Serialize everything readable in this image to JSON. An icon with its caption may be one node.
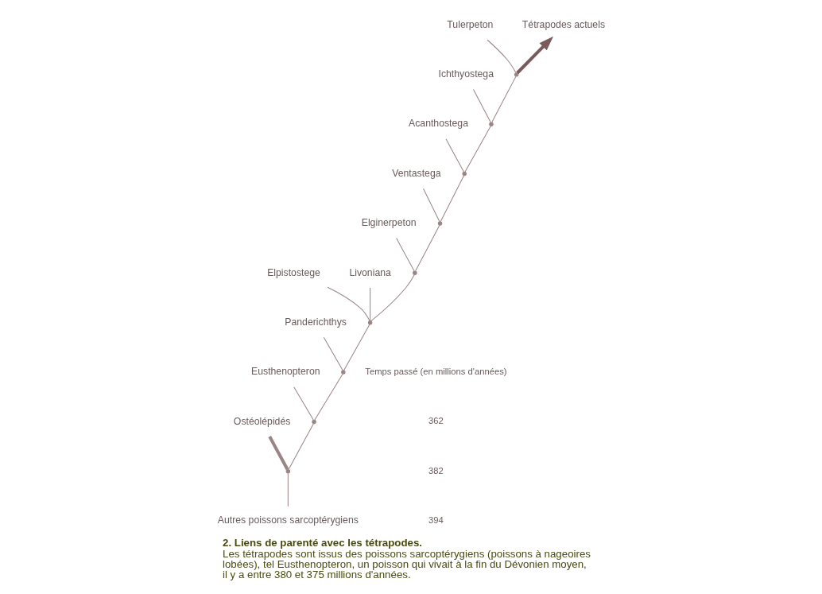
{
  "diagram": {
    "title": "2. Liens de parenté avec les tétrapodes.",
    "caption": "Les tétrapodes sont issus des poissons sarcoptérygiens (poissons à nageoires lobées), tel Eusthenopteron, un poisson qui vivait à la fin du Dévonien moyen, il y a entre 380 et 375 millions d'années.",
    "nodes": [
      {
        "text": [
          "Ostéolépidés"
        ]
      },
      {
        "text": [
          "Eusthenopteron"
        ]
      },
      {
        "text": [
          "Panderichthys"
        ]
      },
      {
        "text": [
          "Elpistostege"
        ]
      },
      {
        "text": [
          "Livoniana"
        ]
      },
      {
        "text": [
          "Elginerpeton"
        ]
      },
      {
        "text": [
          "Ventastega"
        ]
      },
      {
        "text": [
          "Acanthostega"
        ]
      },
      {
        "text": [
          "Ichthyostega"
        ]
      },
      {
        "text": [
          "Tulerpeton"
        ]
      },
      {
        "text": [
          "Tétrapodes actuels"
        ]
      },
      {
        "text": [
          "Autres poissons sarcoptérygiens"
        ]
      },
      {
        "text": [],
        "shape": "point"
      },
      {
        "text": [],
        "shape": "point"
      },
      {
        "text": [],
        "shape": "point"
      },
      {
        "text": [],
        "shape": "point"
      },
      {
        "text": [],
        "shape": "point"
      },
      {
        "text": [],
        "shape": "point"
      },
      {
        "text": [],
        "shape": "point"
      },
      {
        "text": [],
        "shape": "point"
      },
      {
        "text": [],
        "shape": "point"
      }
    ],
    "edges": [
      {
        "from": 11,
        "to": 12,
        "arrow": "none"
      },
      {
        "from": 12,
        "to": 0,
        "arrow": "none",
        "style": "thick"
      },
      {
        "from": 12,
        "to": 13,
        "arrow": "none"
      },
      {
        "from": 13,
        "to": 1,
        "arrow": "none"
      },
      {
        "from": 13,
        "to": 14,
        "arrow": "none"
      },
      {
        "from": 14,
        "to": 2,
        "arrow": "none"
      },
      {
        "from": 14,
        "to": 15,
        "arrow": "none"
      },
      {
        "from": 15,
        "to": 3,
        "arrow": "none"
      },
      {
        "from": 15,
        "to": 4,
        "arrow": "none"
      },
      {
        "from": 15,
        "to": 16,
        "arrow": "none"
      },
      {
        "from": 16,
        "to": 5,
        "arrow": "none"
      },
      {
        "from": 16,
        "to": 17,
        "arrow": "none"
      },
      {
        "from": 17,
        "to": 6,
        "arrow": "none"
      },
      {
        "from": 17,
        "to": 18,
        "arrow": "none"
      },
      {
        "from": 18,
        "to": 7,
        "arrow": "none"
      },
      {
        "from": 18,
        "to": 19,
        "arrow": "none"
      },
      {
        "from": 19,
        "to": 8,
        "arrow": "none"
      },
      {
        "from": 19,
        "to": 20,
        "arrow": "none"
      },
      {
        "from": 20,
        "to": 9,
        "arrow": "none"
      },
      {
        "from": 20,
        "to": 10,
        "arrow": "to",
        "style": "thick",
        "color": "#7a5a5a"
      }
    ],
    "labels": [
      "Temps passé (en millions d'années)",
      "362",
      "382",
      "394"
    ]
  }
}
